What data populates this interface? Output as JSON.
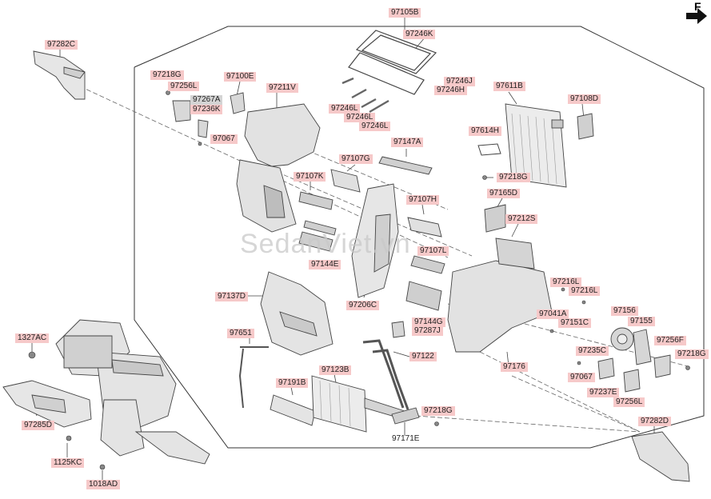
{
  "diagram": {
    "labels": {
      "l97105B": "97105B",
      "l97246K": "97246K",
      "l97282C": "97282C",
      "l97218G_a": "97218G",
      "l97256L_a": "97256L",
      "l97100E": "97100E",
      "l97211V": "97211V",
      "l97267A": "97267A",
      "l97236K": "97236K",
      "l97246J": "97246J",
      "l97246H": "97246H",
      "l97611B": "97611B",
      "l97108D": "97108D",
      "l97246L_a": "97246L",
      "l97246L_b": "97246L",
      "l97246L_c": "97246L",
      "l97067_a": "97067",
      "l97614H": "97614H",
      "l97147A": "97147A",
      "l97107G": "97107G",
      "l97107K": "97107K",
      "l97218G_b": "97218G",
      "l97165D": "97165D",
      "l97107H": "97107H",
      "l97212S": "97212S",
      "l97107L": "97107L",
      "l97144E": "97144E",
      "l97216L_a": "97216L",
      "l97216L_b": "97216L",
      "l97137D": "97137D",
      "l97206C": "97206C",
      "l97041A": "97041A",
      "l97156": "97156",
      "l97155": "97155",
      "l97151C": "97151C",
      "l97144G": "97144G",
      "l97287J": "97287J",
      "l97256F": "97256F",
      "l1327AC": "1327AC",
      "l97651": "97651",
      "l97235C": "97235C",
      "l97218G_c": "97218G",
      "l97122": "97122",
      "l97176": "97176",
      "l97067_b": "97067",
      "l97191B": "97191B",
      "l97123B": "97123B",
      "l97237E": "97237E",
      "l97256L_b": "97256L",
      "l97218G_d": "97218G",
      "l97285D": "97285D",
      "l97171E": "97171E",
      "l97282D": "97282D",
      "l1125KC": "1125KC",
      "l1018AD": "1018AD"
    },
    "watermark": "SedanViet.vn",
    "corner_mark": "F",
    "colors": {
      "label_bg": "#f6c9c9",
      "label_gray": "#d4d4d4",
      "part_fill": "#e4e4e4",
      "line": "#333333"
    }
  }
}
